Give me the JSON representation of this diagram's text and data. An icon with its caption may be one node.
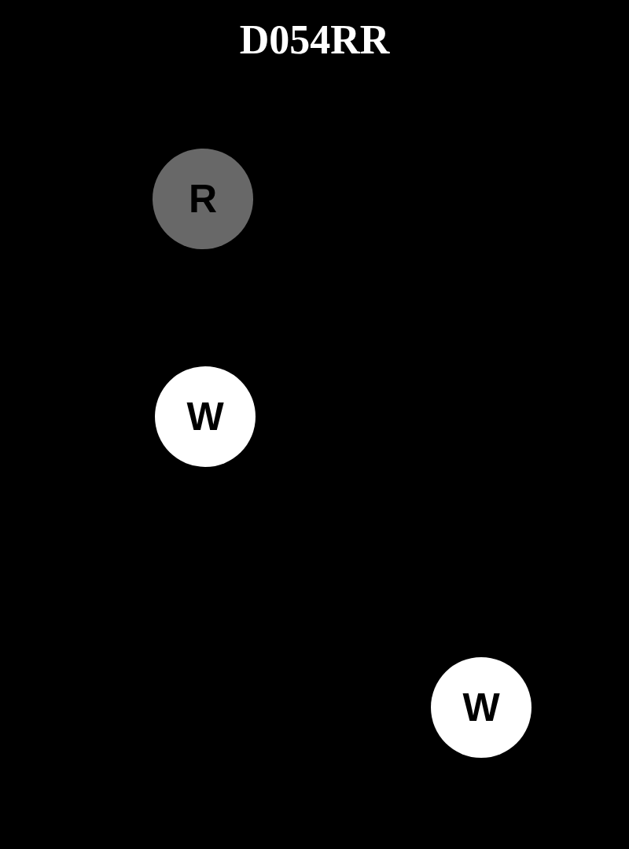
{
  "diagram": {
    "title": "D054RR",
    "nodes": [
      {
        "text": [
          "R"
        ]
      },
      {
        "text": [
          "W"
        ]
      },
      {
        "text": [
          "W"
        ]
      }
    ]
  }
}
